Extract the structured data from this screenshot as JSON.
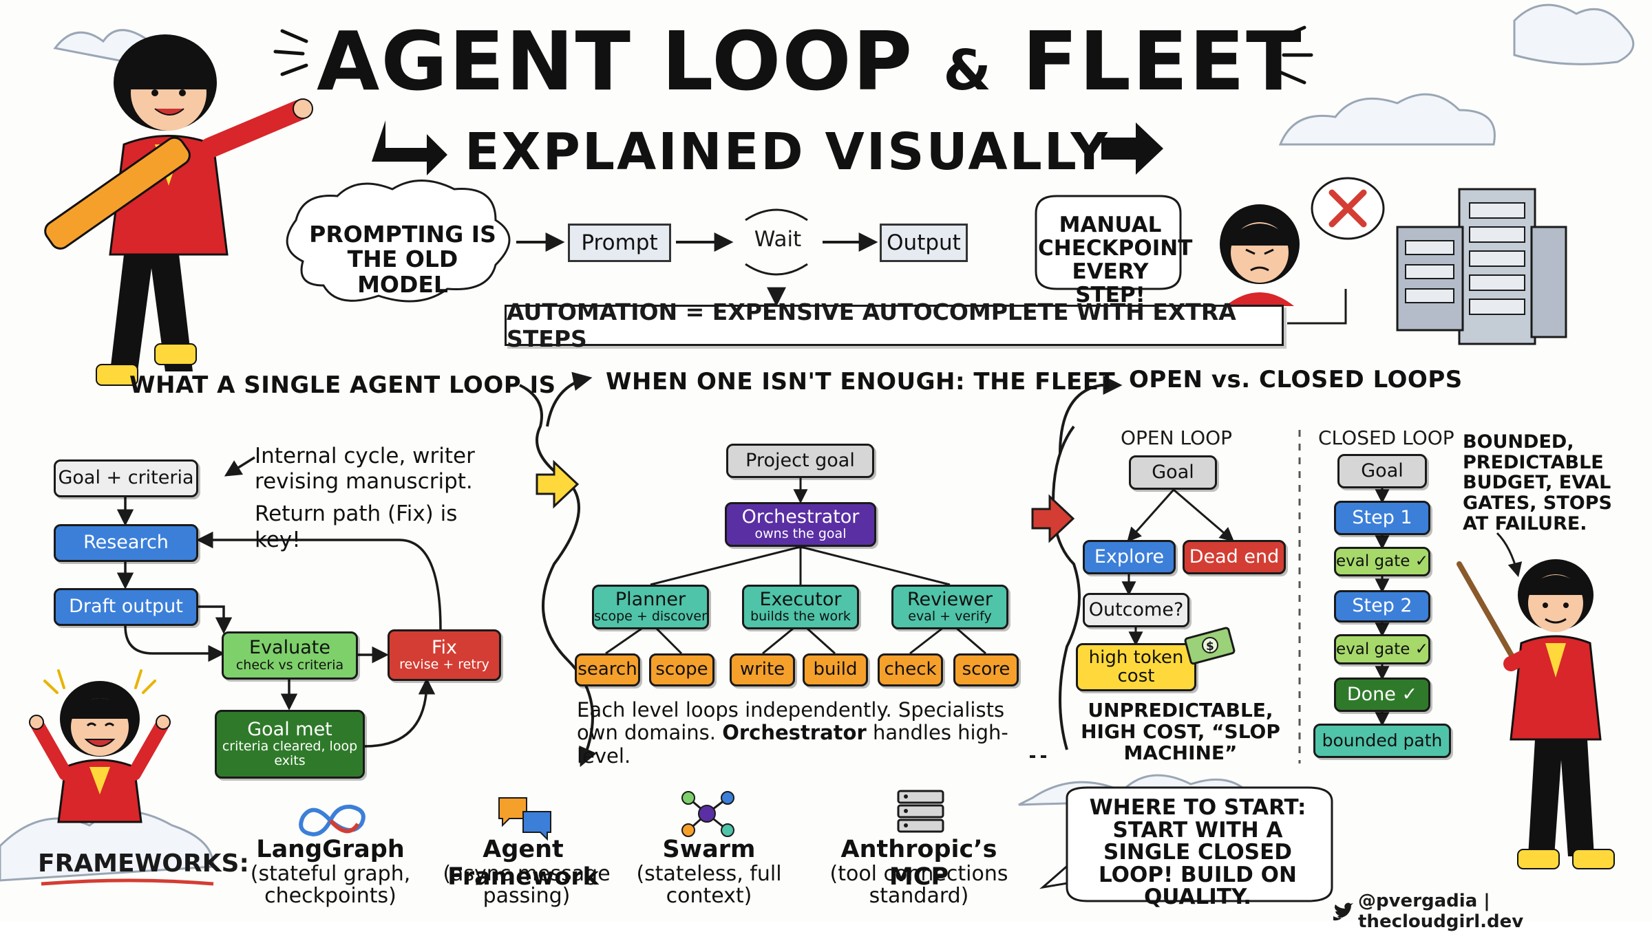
{
  "title": {
    "main": "AGENT LOOP",
    "amp": "&",
    "fleet": "FLEET",
    "subtitle": "EXPLAINED VISUALLY"
  },
  "old_model": {
    "cloud_text": "PROMPTING IS THE OLD MODEL",
    "flow": [
      "Prompt",
      "Wait",
      "Output"
    ],
    "checkpoint_cloud": "MANUAL CHECKPOINT EVERY STEP!",
    "automation_banner": "AUTOMATION = EXPENSIVE AUTOCOMPLETE WITH EXTRA STEPS"
  },
  "single_loop": {
    "heading": "WHAT A SINGLE AGENT LOOP IS",
    "note_line1": "Internal cycle, writer revising manuscript.",
    "note_line2": "Return path (Fix) is key!",
    "goal": "Goal + criteria",
    "research": "Research",
    "draft": "Draft output",
    "evaluate": "Evaluate",
    "evaluate_sub": "check vs criteria",
    "fix": "Fix",
    "fix_sub": "revise + retry",
    "goal_met": "Goal met",
    "goal_met_sub": "criteria cleared, loop exits"
  },
  "fleet": {
    "heading": "WHEN ONE ISN'T ENOUGH: THE FLEET",
    "project_goal": "Project goal",
    "orchestrator": "Orchestrator",
    "orchestrator_sub": "owns the goal",
    "planner": "Planner",
    "planner_sub": "scope + discover",
    "executor": "Executor",
    "executor_sub": "builds the work",
    "reviewer": "Reviewer",
    "reviewer_sub": "eval + verify",
    "tasks": [
      "search",
      "scope",
      "write",
      "build",
      "check",
      "score"
    ],
    "caption_part1": "Each level loops independently. Specialists own domains.",
    "caption_bold": "Orchestrator",
    "caption_part2": "handles high-level."
  },
  "loops": {
    "heading": "OPEN vs. CLOSED LOOPS",
    "open": {
      "label": "OPEN LOOP",
      "goal": "Goal",
      "explore": "Explore",
      "dead_end": "Dead end",
      "outcome": "Outcome?",
      "high_token": "high token cost",
      "caption": "UNPREDICTABLE, HIGH COST, “SLOP MACHINE”"
    },
    "closed": {
      "label": "CLOSED LOOP",
      "goal": "Goal",
      "step1": "Step 1",
      "gate1": "eval gate ✓",
      "step2": "Step 2",
      "gate2": "eval gate ✓",
      "done": "Done ✓",
      "bounded": "bounded path"
    },
    "bounded_note": "BOUNDED, PREDICTABLE BUDGET, EVAL GATES, STOPS AT FAILURE."
  },
  "frameworks": {
    "label": "FRAMEWORKS:",
    "items": [
      {
        "name": "LangGraph",
        "desc": "(stateful graph, checkpoints)",
        "icon": "infinity-loop-icon"
      },
      {
        "name": "Agent Framework",
        "desc": "(async message passing)",
        "icon": "chat-bubbles-icon"
      },
      {
        "name": "Swarm",
        "desc": "(stateless, full context)",
        "icon": "network-nodes-icon"
      },
      {
        "name": "Anthropic’s MCP",
        "desc": "(tool connections standard)",
        "icon": "server-stack-icon"
      }
    ]
  },
  "where_to_start": "WHERE TO START: START WITH A SINGLE CLOSED LOOP! BUILD ON QUALITY.",
  "credit": "@pvergadia | thecloudgirl.dev",
  "colors": {
    "blue": "#3b7fd9",
    "green": "#7ed06b",
    "dark_green": "#2f7a2a",
    "red": "#d43d33",
    "purple": "#5a2fa3",
    "teal": "#4fc4a9",
    "orange": "#f6a02c",
    "yellow": "#ffd93b",
    "jacket_red": "#d8262a"
  }
}
